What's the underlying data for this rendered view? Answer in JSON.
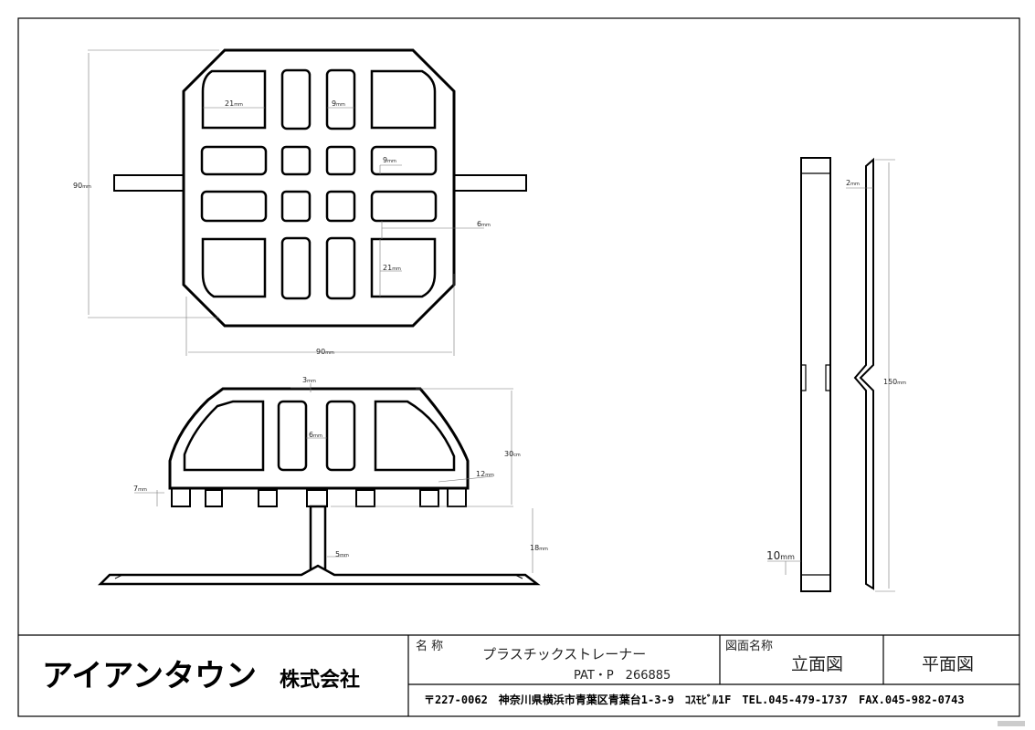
{
  "drawing": {
    "dimensions": {
      "top_width_90": "90",
      "top_height_90": "90",
      "slot_w_21": "21",
      "slot_w_9": "9",
      "sq_9": "9",
      "gap_6": "6",
      "slot_h_21": "21",
      "front_3": "3",
      "front_6": "6",
      "front_30": "30",
      "front_12": "12",
      "front_7": "7",
      "front_5": "5",
      "front_18": "18",
      "side_2": "2",
      "side_150": "150",
      "side_10": "10",
      "unit_mm": "mm",
      "unit_cm": "cm"
    }
  },
  "title_block": {
    "company": "アイアンタウン",
    "company_suffix": "株式会社",
    "name_label": "名 称",
    "product_name": "プラスチックストレーナー",
    "patent": "PAT・P　266885",
    "drawing_name_label": "図面名称",
    "view_elevation": "立面図",
    "view_plan": "平面図",
    "address": "〒227-0062　神奈川県横浜市青葉区青葉台1-3-9　ｺｽﾓﾋﾞﾙ1F　TEL.045-479-1737　FAX.045-982-0743"
  }
}
